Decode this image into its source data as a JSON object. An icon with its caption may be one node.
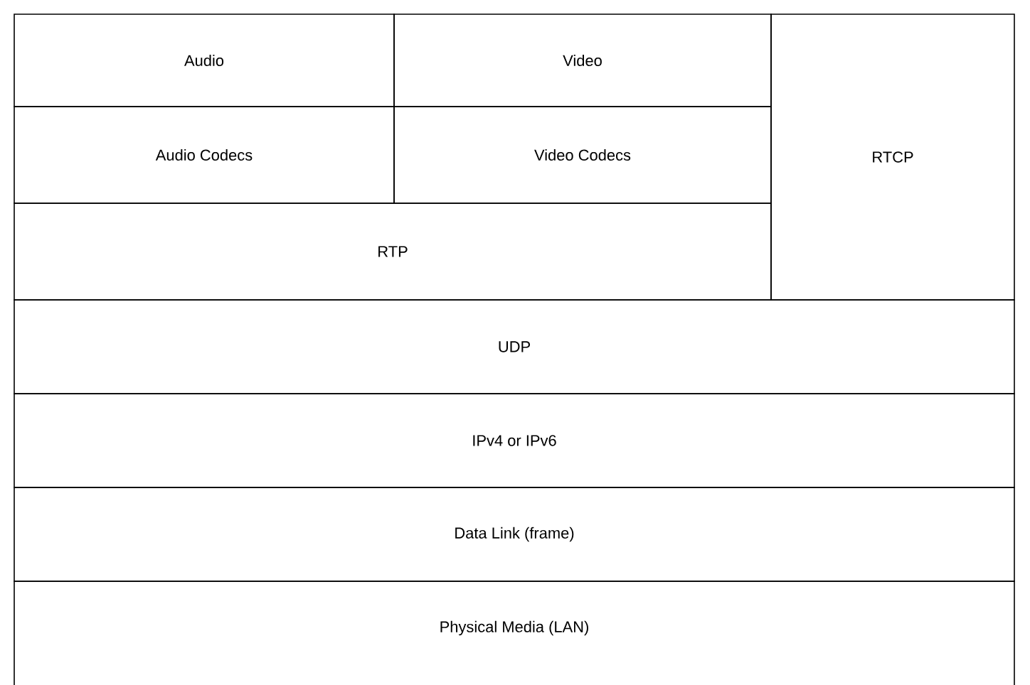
{
  "diagram": {
    "nodes": [
      {
        "text": [
          "Audio"
        ]
      },
      {
        "text": [
          "Video"
        ]
      },
      {
        "text": [
          "RTCP"
        ]
      },
      {
        "text": [
          "Audio Codecs"
        ]
      },
      {
        "text": [
          "Video Codecs"
        ]
      },
      {
        "text": [
          "RTP"
        ]
      },
      {
        "text": [
          "UDP"
        ]
      },
      {
        "text": [
          "IPv4 or IPv6"
        ]
      },
      {
        "text": [
          "Data Link (frame)"
        ]
      },
      {
        "text": [
          "Physical Media (LAN)"
        ]
      }
    ]
  }
}
